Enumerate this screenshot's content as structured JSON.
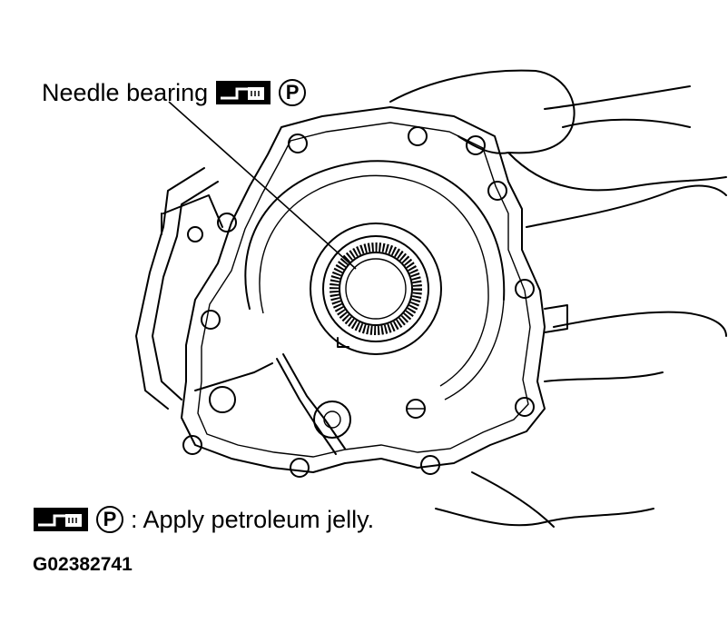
{
  "callout": {
    "label": "Needle bearing",
    "symbol_icon": "grease-gun-icon",
    "circle_letter": "P"
  },
  "legend": {
    "symbol_icon": "grease-gun-icon",
    "circle_letter": "P",
    "text": ": Apply petroleum jelly."
  },
  "figure_id": "G02382741",
  "colors": {
    "ink": "#000000",
    "paper": "#ffffff"
  }
}
